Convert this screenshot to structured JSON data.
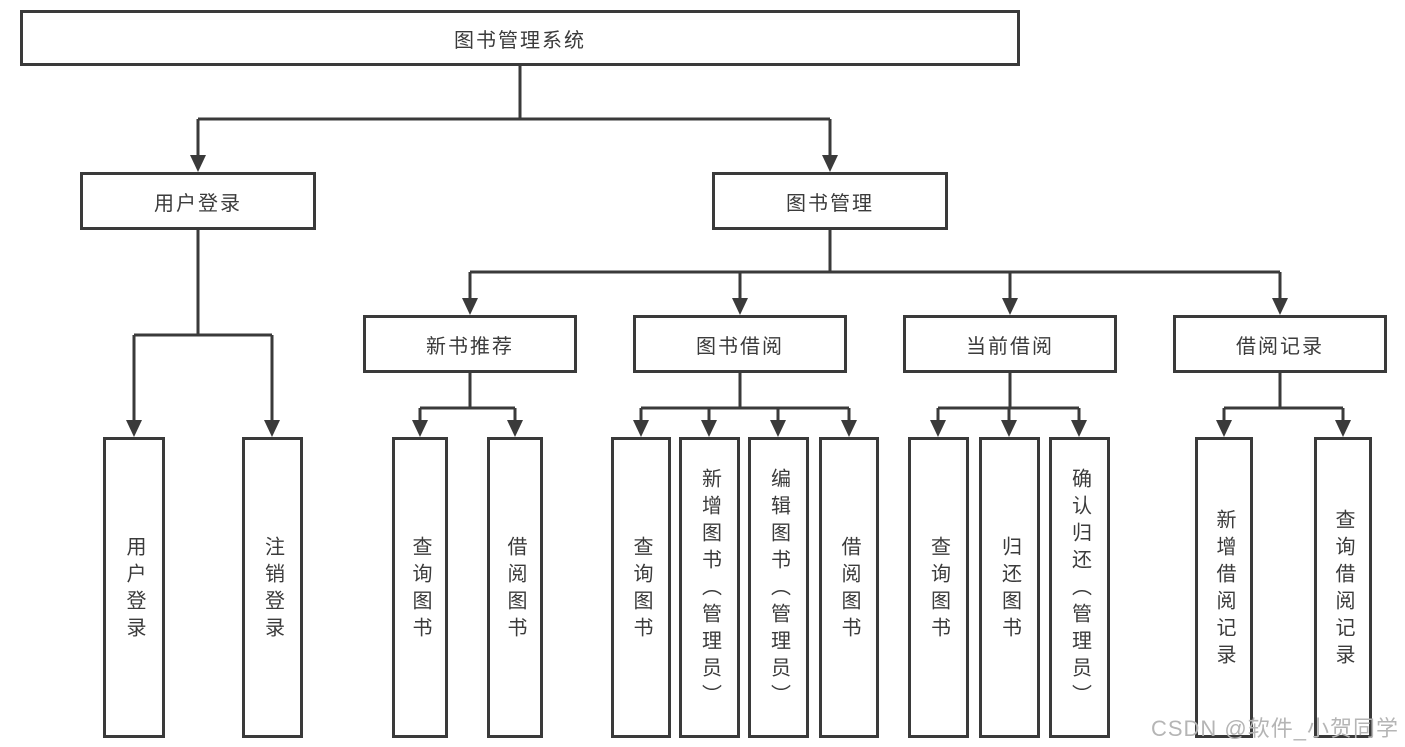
{
  "diagram": {
    "root": {
      "label": "图书管理系统"
    },
    "branches": [
      {
        "label": "用户登录"
      },
      {
        "label": "图书管理"
      }
    ],
    "modules": [
      {
        "label": "新书推荐"
      },
      {
        "label": "图书借阅"
      },
      {
        "label": "当前借阅"
      },
      {
        "label": "借阅记录"
      }
    ],
    "leaves": [
      {
        "label": "用户登录"
      },
      {
        "label": "注销登录"
      },
      {
        "label": "查询图书"
      },
      {
        "label": "借阅图书"
      },
      {
        "label": "查询图书"
      },
      {
        "label": "新增图书（管理员）"
      },
      {
        "label": "编辑图书（管理员）"
      },
      {
        "label": "借阅图书"
      },
      {
        "label": "查询图书"
      },
      {
        "label": "归还图书"
      },
      {
        "label": "确认归还（管理员）"
      },
      {
        "label": "新增借阅记录"
      },
      {
        "label": "查询借阅记录"
      }
    ]
  },
  "watermark": {
    "text": "CSDN @软件_小贺同学"
  },
  "colors": {
    "line": "#3a3a3a",
    "text": "#3b3b3b",
    "watermark": "#b5b5b5",
    "background": "#ffffff"
  }
}
